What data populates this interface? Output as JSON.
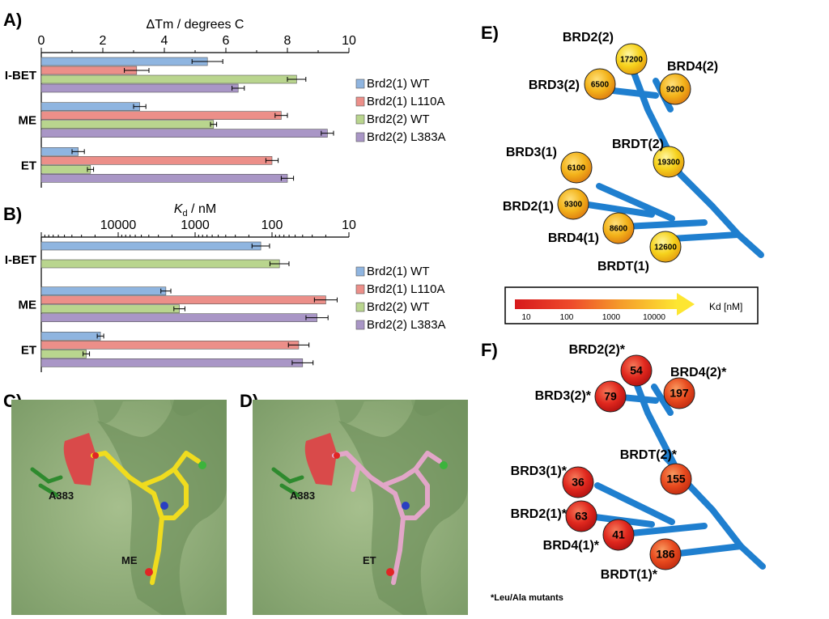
{
  "chart_data": [
    {
      "panel": "A)",
      "type": "bar",
      "orientation": "horizontal",
      "xlabel": "ΔTm / degrees C",
      "xlim": [
        0,
        10
      ],
      "x_ticks": [
        "0",
        "2",
        "4",
        "6",
        "8",
        "10"
      ],
      "categories": [
        "I-BET",
        "ME",
        "ET"
      ],
      "legend_position": "right",
      "series": [
        {
          "name": "Brd2(1) WT",
          "color": "#8fb5e0",
          "values": [
            5.4,
            3.2,
            1.2
          ],
          "errors": [
            0.5,
            0.2,
            0.2
          ]
        },
        {
          "name": "Brd2(1) L110A",
          "color": "#ec8f89",
          "values": [
            3.1,
            7.8,
            7.5
          ],
          "errors": [
            0.4,
            0.2,
            0.2
          ]
        },
        {
          "name": "Brd2(2) WT",
          "color": "#b9d58e",
          "values": [
            8.3,
            5.6,
            1.6
          ],
          "errors": [
            0.3,
            0.1,
            0.1
          ]
        },
        {
          "name": "Brd2(2) L383A",
          "color": "#a996c6",
          "values": [
            6.4,
            9.3,
            8.0
          ],
          "errors": [
            0.2,
            0.2,
            0.2
          ]
        }
      ]
    },
    {
      "panel": "B)",
      "type": "bar",
      "orientation": "horizontal",
      "xlabel": "K",
      "xlabel_sub": "d",
      "xlabel_unit": " / nM",
      "x_scale": "log-reversed",
      "xlim": [
        100000,
        10
      ],
      "x_ticks": [
        "10000",
        "1000",
        "100",
        "10"
      ],
      "categories": [
        "I-BET",
        "ME",
        "ET"
      ],
      "legend_position": "right",
      "series": [
        {
          "name": "Brd2(1) WT",
          "color": "#8fb5e0",
          "values": [
            140,
            2400,
            17000
          ]
        },
        {
          "name": "Brd2(1) L110A",
          "color": "#ec8f89",
          "values": [
            null,
            20,
            45
          ]
        },
        {
          "name": "Brd2(2) WT",
          "color": "#b9d58e",
          "values": [
            80,
            1600,
            26000
          ]
        },
        {
          "name": "Brd2(2) L383A",
          "color": "#a996c6",
          "values": [
            null,
            26,
            40
          ]
        }
      ]
    }
  ],
  "panels": {
    "A": "A)",
    "B": "B)",
    "C": "C)",
    "D": "D)",
    "E": "E)",
    "F": "F)"
  },
  "panel_c": {
    "residue": "A383",
    "ligand": "ME"
  },
  "panel_d": {
    "residue": "A383",
    "ligand": "ET"
  },
  "panel_e": {
    "nodes": [
      {
        "name": "BRD2(2)",
        "value": "17200"
      },
      {
        "name": "BRD4(2)",
        "value": "9200"
      },
      {
        "name": "BRD3(2)",
        "value": "6500"
      },
      {
        "name": "BRDT(2)",
        "value": "19300"
      },
      {
        "name": "BRD3(1)",
        "value": "6100"
      },
      {
        "name": "BRD2(1)",
        "value": "9300"
      },
      {
        "name": "BRD4(1)",
        "value": "8600"
      },
      {
        "name": "BRDT(1)",
        "value": "12600"
      }
    ]
  },
  "colorbar": {
    "ticks": [
      "10",
      "100",
      "1000",
      "10000"
    ],
    "label": "Kd [nM]"
  },
  "panel_f": {
    "nodes": [
      {
        "name": "BRD2(2)*",
        "value": "54"
      },
      {
        "name": "BRD4(2)*",
        "value": "197"
      },
      {
        "name": "BRD3(2)*",
        "value": "79"
      },
      {
        "name": "BRDT(2)*",
        "value": "155"
      },
      {
        "name": "BRD3(1)*",
        "value": "36"
      },
      {
        "name": "BRD2(1)*",
        "value": "63"
      },
      {
        "name": "BRD4(1)*",
        "value": "41"
      },
      {
        "name": "BRDT(1)*",
        "value": "186"
      }
    ],
    "footnote": "*Leu/Ala mutants"
  }
}
